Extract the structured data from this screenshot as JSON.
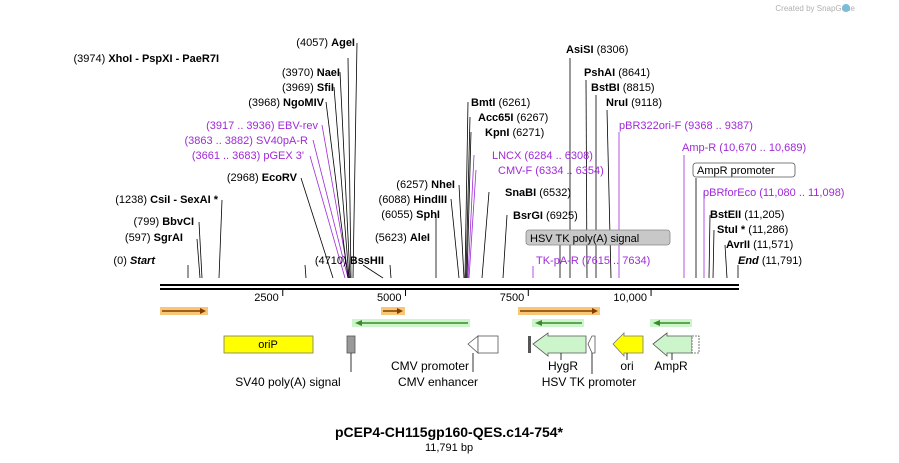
{
  "watermark": "Created by SnapGene",
  "map": {
    "title": "pCEP4-CH115gp160-QES.c14-754*",
    "length_label": "11,791 bp",
    "length_bp": 11791,
    "ticks": [
      {
        "bp": 2500,
        "label": "2500"
      },
      {
        "bp": 5000,
        "label": "5000"
      },
      {
        "bp": 7500,
        "label": "7500"
      },
      {
        "bp": 10000,
        "label": "10,000"
      }
    ]
  },
  "colors": {
    "enzyme": "#000000",
    "primer": "#a02ad8",
    "backbone": "#000000",
    "orf_fill": "#f7c778",
    "orf_line": "#8a3b00",
    "green": "#3a8a2a",
    "green_fill": "#ccf5cc",
    "oriP": "#ffff00",
    "ori": "#ffff00"
  },
  "labels": [
    {
      "id": "xhoi",
      "kind": "enzyme",
      "pos": "(3974)",
      "name": "XhoI",
      "extra": " - PspXI  - PaeR7I"
    },
    {
      "id": "agei",
      "kind": "enzyme",
      "pos": "(4057)",
      "name": "AgeI"
    },
    {
      "id": "naei",
      "kind": "enzyme",
      "pos": "(3970)",
      "name": "NaeI"
    },
    {
      "id": "sfii",
      "kind": "enzyme",
      "pos": "(3969)",
      "name": "SfiI"
    },
    {
      "id": "ngomiv",
      "kind": "enzyme",
      "pos": "(3968)",
      "name": "NgoMIV"
    },
    {
      "id": "ebv-rev",
      "kind": "primer",
      "pos": "(3917 .. 3936)",
      "name": "EBV-rev"
    },
    {
      "id": "sv40pa-r",
      "kind": "primer",
      "pos": "(3863 .. 3882)",
      "name": "SV40pA-R"
    },
    {
      "id": "pgex3",
      "kind": "primer",
      "pos": "(3661 .. 3683)",
      "name": "pGEX 3'"
    },
    {
      "id": "ecorv",
      "kind": "enzyme",
      "pos": "(2968)",
      "name": "EcoRV"
    },
    {
      "id": "csii",
      "kind": "enzyme",
      "pos": "(1238)",
      "name": "CsiI",
      "extra": " - SexAI *"
    },
    {
      "id": "bbvci",
      "kind": "enzyme",
      "pos": "(799)",
      "name": "BbvCI"
    },
    {
      "id": "sgrai",
      "kind": "enzyme",
      "pos": "(597)",
      "name": "SgrAI"
    },
    {
      "id": "start",
      "kind": "ends",
      "pos": "(0)",
      "name": "Start"
    },
    {
      "id": "bsshii",
      "kind": "enzyme",
      "pos": "(4710)",
      "name": "BssHII"
    },
    {
      "id": "alei",
      "kind": "enzyme",
      "pos": "(5623)",
      "name": "AleI"
    },
    {
      "id": "sphi",
      "kind": "enzyme",
      "pos": "(6055)",
      "name": "SphI"
    },
    {
      "id": "hindiii",
      "kind": "enzyme",
      "pos": "(6088)",
      "name": "HindIII"
    },
    {
      "id": "nhei",
      "kind": "enzyme",
      "pos": "(6257)",
      "name": "NheI"
    },
    {
      "id": "bmti",
      "kind": "enzyme",
      "pos": "(6261)",
      "name": "BmtI"
    },
    {
      "id": "acc65i",
      "kind": "enzyme",
      "name": "Acc65I",
      "pos": "(6267)"
    },
    {
      "id": "kpni",
      "kind": "enzyme",
      "name": "KpnI",
      "pos": "(6271)"
    },
    {
      "id": "lncx",
      "kind": "primer",
      "name": "LNCX",
      "pos": "(6284 .. 6308)"
    },
    {
      "id": "cmv-f",
      "kind": "primer",
      "name": "CMV-F",
      "pos": "(6334 .. 6354)"
    },
    {
      "id": "snabi",
      "kind": "enzyme",
      "name": "SnaBI",
      "pos": "(6532)"
    },
    {
      "id": "bsrgi",
      "kind": "enzyme",
      "name": "BsrGI",
      "pos": "(6925)"
    },
    {
      "id": "asisi",
      "kind": "enzyme",
      "name": "AsiSI",
      "pos": "(8306)"
    },
    {
      "id": "pshai",
      "kind": "enzyme",
      "name": "PshAI",
      "pos": "(8641)"
    },
    {
      "id": "bstbi",
      "kind": "enzyme",
      "name": "BstBI",
      "pos": "(8815)"
    },
    {
      "id": "nrui",
      "kind": "enzyme",
      "name": "NruI",
      "pos": "(9118)"
    },
    {
      "id": "pbr322ori-f",
      "kind": "primer",
      "name": "pBR322ori-F",
      "pos": "(9368 .. 9387)"
    },
    {
      "id": "amp-r",
      "kind": "primer",
      "name": "Amp-R",
      "pos": "(10,670 .. 10,689)"
    },
    {
      "id": "pbrforeco",
      "kind": "primer",
      "name": "pBRforEco",
      "pos": "(11,080 .. 11,098)"
    },
    {
      "id": "bsteii",
      "kind": "enzyme",
      "name": "BstEII",
      "pos": "(11,205)"
    },
    {
      "id": "stui",
      "kind": "enzyme",
      "name": "StuI *",
      "pos": "(11,286)"
    },
    {
      "id": "avrii",
      "kind": "enzyme",
      "name": "AvrII",
      "pos": "(11,571)"
    },
    {
      "id": "end",
      "kind": "ends",
      "name": "End",
      "pos": "(11,791)"
    },
    {
      "id": "tk-pa-r",
      "kind": "primer",
      "name": "TK-pA-R",
      "pos": "(7615 .. 7634)"
    }
  ],
  "boxed_labels": [
    {
      "id": "ampr-promoter-box",
      "text": "AmpR promoter"
    },
    {
      "id": "hsv-tk-polya-box",
      "text": "HSV TK poly(A) signal"
    }
  ],
  "features": [
    {
      "id": "orip",
      "text": "oriP"
    },
    {
      "id": "sv40-polya",
      "text": "SV40 poly(A) signal"
    },
    {
      "id": "cmv-promoter",
      "text": "CMV promoter"
    },
    {
      "id": "cmv-enhancer",
      "text": "CMV enhancer"
    },
    {
      "id": "hygr",
      "text": "HygR"
    },
    {
      "id": "hsv-tk-promoter",
      "text": "HSV TK promoter"
    },
    {
      "id": "ori",
      "text": "ori"
    },
    {
      "id": "ampr",
      "text": "AmpR"
    }
  ]
}
